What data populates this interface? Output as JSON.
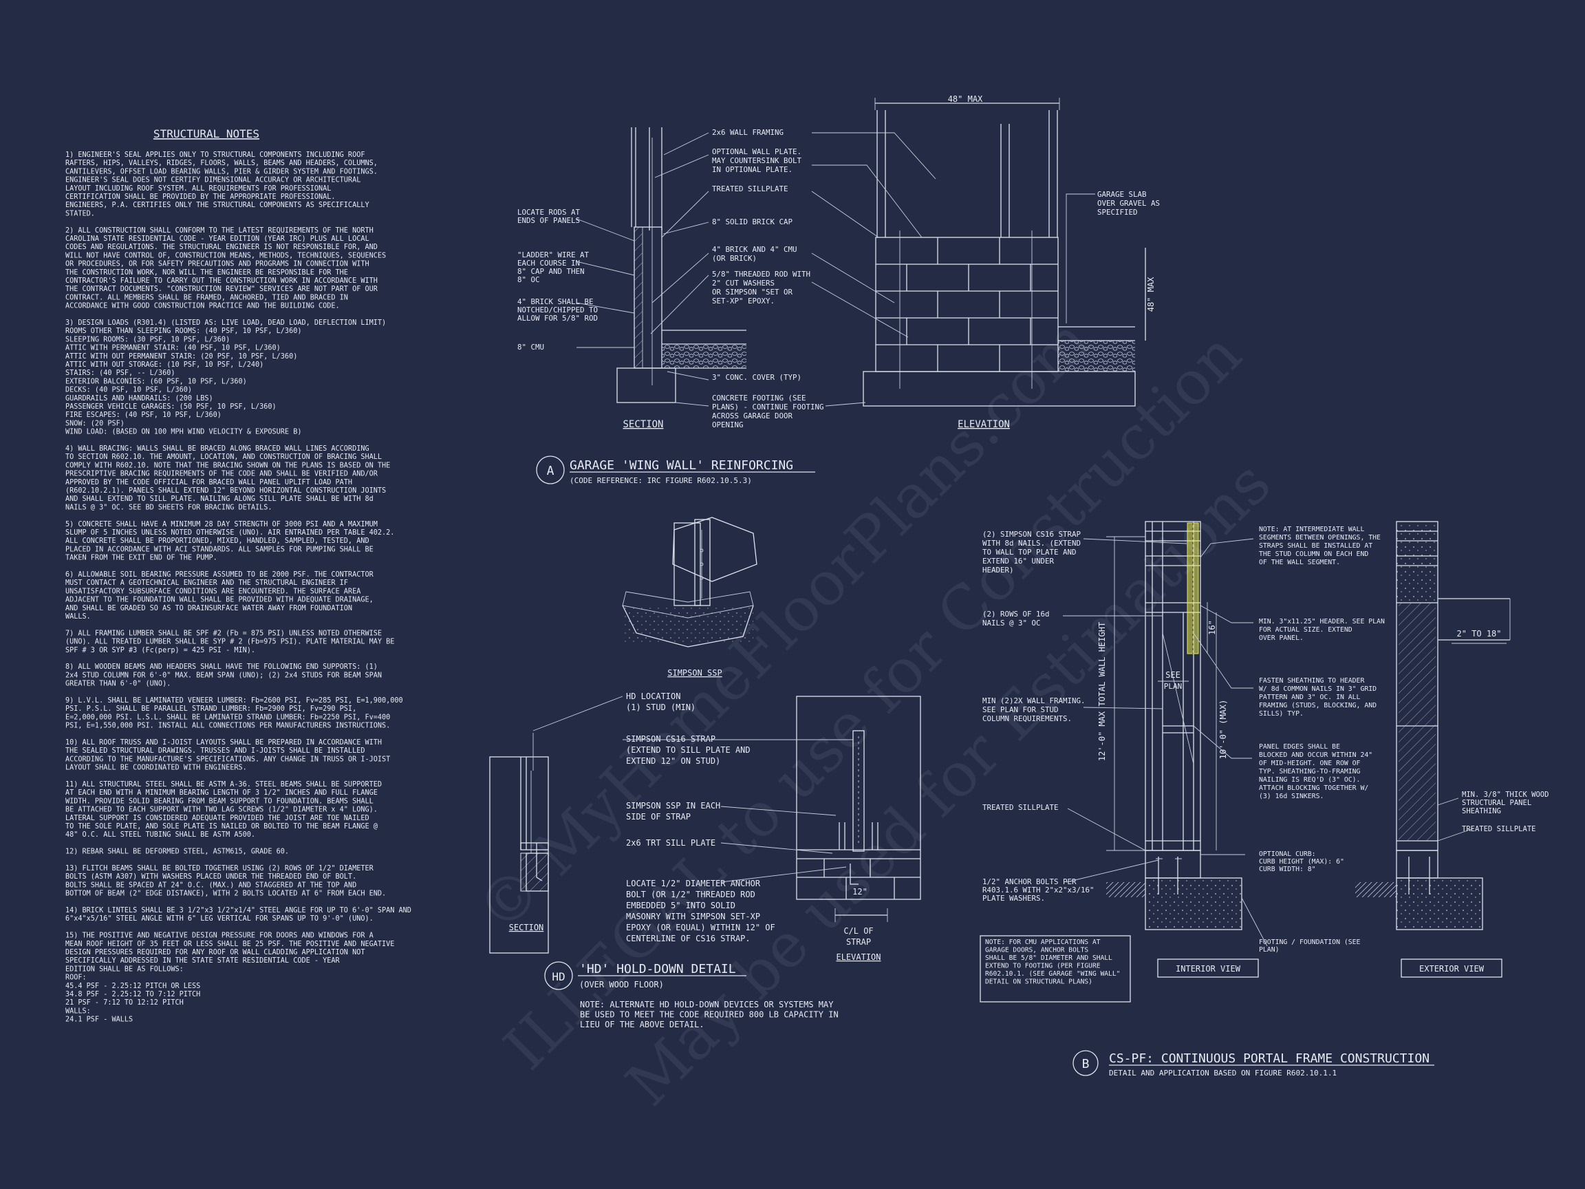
{
  "colors": {
    "background": "#232b45",
    "linework": "#dfe3ee",
    "highlight": "#e8e84a"
  },
  "watermark": {
    "line1": "© MyHomeFloorPlans.com",
    "line2": "ILLEGAL to use for Construction",
    "line3": "May be used for Estimations"
  },
  "notes": {
    "title": "STRUCTURAL NOTES",
    "lines": [
      "1) ENGINEER'S SEAL APPLIES ONLY TO STRUCTURAL COMPONENTS INCLUDING ROOF",
      "RAFTERS, HIPS, VALLEYS, RIDGES, FLOORS, WALLS, BEAMS AND HEADERS, COLUMNS,",
      "CANTILEVERS, OFFSET LOAD BEARING WALLS, PIER & GIRDER SYSTEM AND FOOTINGS.",
      "ENGINEER'S SEAL DOES NOT CERTIFY DIMENSIONAL ACCURACY OR ARCHITECTURAL",
      "LAYOUT INCLUDING ROOF SYSTEM. ALL REQUIREMENTS FOR PROFESSIONAL",
      "CERTIFICATION SHALL BE PROVIDED BY THE APPROPRIATE PROFESSIONAL.",
      "ENGINEERS, P.A. CERTIFIES ONLY THE STRUCTURAL COMPONENTS AS SPECIFICALLY",
      "STATED.",
      "",
      "2) ALL CONSTRUCTION SHALL CONFORM TO THE LATEST REQUIREMENTS OF THE NORTH",
      "CAROLINA STATE RESIDENTIAL CODE - YEAR EDITION (YEAR IRC) PLUS ALL LOCAL",
      "CODES AND REGULATIONS. THE STRUCTURAL ENGINEER IS NOT RESPONSIBLE FOR, AND",
      "WILL NOT HAVE CONTROL OF, CONSTRUCTION MEANS, METHODS, TECHNIQUES, SEQUENCES",
      "OR PROCEDURES, OR FOR SAFETY PRECAUTIONS AND PROGRAMS IN CONNECTION WITH",
      "THE CONSTRUCTION WORK, NOR WILL THE ENGINEER BE RESPONSIBLE FOR THE",
      "CONTRACTOR'S FAILURE TO CARRY OUT THE CONSTRUCTION WORK IN ACCORDANCE WITH",
      "THE CONTRACT DOCUMENTS. \"CONSTRUCTION REVIEW\" SERVICES ARE NOT PART OF OUR",
      "CONTRACT. ALL MEMBERS SHALL BE FRAMED, ANCHORED, TIED AND BRACED IN",
      "ACCORDANCE WITH GOOD CONSTRUCTION PRACTICE AND THE BUILDING CODE.",
      "",
      "3) DESIGN LOADS (R301.4) (LISTED AS: LIVE LOAD, DEAD LOAD, DEFLECTION LIMIT)",
      "ROOMS OTHER THAN SLEEPING ROOMS: (40 PSF, 10 PSF, L/360)",
      "SLEEPING ROOMS: (30 PSF, 10 PSF, L/360)",
      "ATTIC WITH PERMANENT STAIR: (40 PSF, 10 PSF, L/360)",
      "ATTIC WITH OUT PERMANENT STAIR: (20 PSF, 10 PSF, L/360)",
      "ATTIC WITH OUT STORAGE: (10 PSF, 10 PSF, L/240)",
      "STAIRS: (40 PSF, -- L/360)",
      "EXTERIOR BALCONIES: (60 PSF, 10 PSF, L/360)",
      "DECKS: (40 PSF, 10 PSF, L/360)",
      "GUARDRAILS AND HANDRAILS: (200 LBS)",
      "PASSENGER VEHICLE GARAGES: (50 PSF, 10 PSF, L/360)",
      "FIRE ESCAPES: (40 PSF, 10 PSF, L/360)",
      "SNOW: (20    PSF)",
      "WIND LOAD: (BASED ON 100 MPH WIND VELOCITY & EXPOSURE B)",
      "",
      "4) WALL BRACING:  WALLS SHALL BE BRACED ALONG BRACED WALL LINES ACCORDING",
      "TO SECTION R602.10. THE AMOUNT, LOCATION, AND CONSTRUCTION OF BRACING SHALL",
      "COMPLY WITH R602.10. NOTE THAT THE BRACING SHOWN ON THE PLANS IS BASED ON THE",
      "PRESCRIPTIVE BRACING REQUIREMENTS OF THE CODE AND SHALL BE VERIFIED AND/OR",
      "APPROVED BY THE CODE OFFICIAL FOR BRACED WALL PANEL UPLIFT LOAD PATH",
      "(R602.10.2.1). PANELS SHALL EXTEND 12\" BEYOND HORIZONTAL CONSTRUCTION JOINTS",
      "AND SHALL EXTEND TO SILL PLATE. NAILING ALONG SILL PLATE SHALL BE WITH 8d",
      "NAILS @ 3\" OC. SEE BD SHEETS FOR BRACING DETAILS.",
      "",
      "5) CONCRETE SHALL HAVE A MINIMUM 28 DAY STRENGTH OF 3000 PSI AND A MAXIMUM",
      "SLUMP OF 5 INCHES UNLESS NOTED OTHERWISE (UNO). AIR ENTRAINED PER TABLE 402.2.",
      "ALL CONCRETE SHALL BE PROPORTIONED, MIXED, HANDLED, SAMPLED, TESTED, AND",
      "PLACED IN ACCORDANCE WITH ACI STANDARDS. ALL SAMPLES FOR PUMPING SHALL BE",
      "TAKEN FROM THE EXIT END OF THE PUMP.",
      "",
      "6) ALLOWABLE SOIL BEARING PRESSURE ASSUMED TO BE 2000 PSF. THE CONTRACTOR",
      "MUST CONTACT A GEOTECHNICAL ENGINEER AND THE STRUCTURAL ENGINEER IF",
      "UNSATISFACTORY SUBSURFACE CONDITIONS ARE ENCOUNTERED. THE SURFACE AREA",
      "ADJACENT TO THE FOUNDATION WALL SHALL BE PROVIDED WITH ADEQUATE DRAINAGE,",
      "AND SHALL BE GRADED SO AS TO DRAINSURFACE WATER AWAY FROM FOUNDATION",
      "WALLS.",
      "",
      "7) ALL FRAMING LUMBER SHALL BE SPF #2 (Fb = 875 PSI) UNLESS NOTED OTHERWISE",
      "(UNO). ALL TREATED LUMBER SHALL BE SYP # 2 (Fb=975 PSI). PLATE MATERIAL MAY BE",
      "SPF # 3 OR SYP #3 (Fc(perp) = 425 PSI - MIN).",
      "",
      "8) ALL WOODEN BEAMS AND HEADERS SHALL HAVE THE FOLLOWING END SUPPORTS: (1)",
      "2x4 STUD COLUMN FOR 6'-0\" MAX. BEAM SPAN (UNO); (2) 2x4 STUDS FOR BEAM SPAN",
      "GREATER THAN 6'-0\" (UNO).",
      "",
      "9) L.V.L. SHALL BE LAMINATED VENEER LUMBER: Fb=2600 PSI, Fv=285 PSI, E=1,900,000",
      "PSI. P.S.L. SHALL BE PARALLEL STRAND LUMBER: Fb=2900 PSI, Fv=290 PSI,",
      "E=2,000,000 PSI. L.S.L. SHALL BE LAMINATED STRAND LUMBER: Fb=2250 PSI, Fv=400",
      "PSI, E=1,550,000 PSI. INSTALL ALL CONNECTIONS PER MANUFACTURERS INSTRUCTIONS.",
      "",
      "10) ALL ROOF TRUSS AND I-JOIST LAYOUTS SHALL BE PREPARED IN ACCORDANCE WITH",
      "THE SEALED STRUCTURAL DRAWINGS. TRUSSES AND I-JOISTS SHALL BE INSTALLED",
      "ACCORDING TO THE MANUFACTURE'S SPECIFICATIONS. ANY CHANGE IN TRUSS OR I-JOIST",
      "LAYOUT SHALL BE COORDINATED WITH  ENGINEERS.",
      "",
      "11) ALL STRUCTURAL STEEL SHALL BE ASTM A-36. STEEL BEAMS SHALL BE SUPPORTED",
      "AT EACH END WITH A MINIMUM BEARING LENGTH OF 3 1/2\" INCHES AND FULL FLANGE",
      "WIDTH. PROVIDE SOLID BEARING FROM BEAM SUPPORT TO FOUNDATION.  BEAMS SHALL",
      "BE ATTACHED TO EACH SUPPORT WITH TWO LAG SCREWS (1/2\" DIAMETER x 4\" LONG).",
      "LATERAL SUPPORT IS CONSIDERED ADEQUATE PROVIDED THE JOIST ARE TOE NAILED",
      "TO THE SOLE PLATE, AND SOLE PLATE IS NAILED OR BOLTED TO THE BEAM FLANGE @",
      "48\" O.C. ALL STEEL TUBING SHALL BE ASTM A500.",
      "",
      "12) REBAR SHALL BE DEFORMED STEEL, ASTM615, GRADE 60.",
      "",
      "13) FLITCH BEAMS SHALL BE BOLTED TOGETHER USING (2) ROWS OF 1/2\" DIAMETER",
      "BOLTS (ASTM A307) WITH WASHERS PLACED UNDER THE THREADED END OF BOLT.",
      "BOLTS SHALL BE SPACED AT 24\" O.C. (MAX.) AND STAGGERED AT THE TOP AND",
      "BOTTOM OF BEAM (2\" EDGE DISTANCE), WITH 2 BOLTS LOCATED AT 6\" FROM EACH END.",
      "",
      "14) BRICK LINTELS SHALL BE 3 1/2\"x3 1/2\"x1/4\" STEEL ANGLE FOR UP TO 6'-0\" SPAN AND",
      "6\"x4\"x5/16\" STEEL ANGLE WITH 6\" LEG VERTICAL FOR SPANS UP TO 9'-0\" (UNO).",
      "",
      "15) THE POSITIVE AND NEGATIVE DESIGN PRESSURE FOR DOORS AND WINDOWS FOR A",
      "MEAN ROOF HEIGHT OF 35 FEET OR LESS SHALL BE 25 PSF. THE POSITIVE AND NEGATIVE",
      "DESIGN PRESSURES REQUIRED FOR ANY ROOF OR WALL CLADDING APPLICATION NOT",
      "SPECIFICALLY ADDRESSED IN THE STATE STATE RESIDENTIAL CODE - YEAR",
      "EDITION SHALL BE AS FOLLOWS:",
      "ROOF:",
      "45.4 PSF - 2.25:12 PITCH OR LESS",
      "34.8 PSF - 2.25:12 TO 7:12 PITCH",
      "21 PSF - 7:12 TO 12:12 PITCH",
      "WALLS:",
      "24.1 PSF - WALLS"
    ]
  },
  "detail_a": {
    "tag": "A",
    "title": "GARAGE 'WING WALL' REINFORCING",
    "subtitle": "(CODE REFERENCE: IRC FIGURE R602.10.5.3)",
    "section_label": "SECTION",
    "elevation_label": "ELEVATION",
    "dim_top": "48\" MAX",
    "dim_side": "48\" MAX",
    "callouts_left": [
      "LOCATE RODS AT",
      "ENDS OF PANELS",
      "\"LADDER\" WIRE AT",
      "EACH COURSE IN",
      "8\" CAP AND THEN",
      "8\" OC",
      "4\" BRICK SHALL BE",
      "NOTCHED/CHIPPED TO",
      "ALLOW FOR 5/8\" ROD",
      "8\" CMU"
    ],
    "callouts_mid": [
      "2x6 WALL FRAMING",
      "OPTIONAL WALL PLATE.",
      "MAY COUNTERSINK BOLT",
      "IN OPTIONAL PLATE.",
      "TREATED SILLPLATE",
      "8\" SOLID BRICK CAP",
      "4\" BRICK AND 4\" CMU",
      "(OR BRICK)",
      "5/8\" THREADED ROD WITH",
      "2\" CUT WASHERS",
      "OR SIMPSON \"SET OR",
      "SET-XP\" EPOXY.",
      "3\" CONC. COVER (TYP)",
      "CONCRETE FOOTING (SEE",
      "PLANS) - CONTINUE FOOTING",
      "ACROSS GARAGE DOOR",
      "OPENING"
    ],
    "callouts_right": [
      "GARAGE SLAB",
      "OVER GRAVEL AS",
      "SPECIFIED"
    ]
  },
  "simpson": {
    "label": "SIMPSON SSP"
  },
  "detail_hd": {
    "tag": "HD",
    "title": "'HD' HOLD-DOWN DETAIL",
    "subtitle": "(OVER WOOD FLOOR)",
    "section_label": "SECTION",
    "elevation_label": "ELEVATION",
    "dim": "12\"",
    "dim_note": [
      "C/L OF",
      "STRAP"
    ],
    "callouts": [
      "HD LOCATION",
      "(1) STUD (MIN)",
      "SIMPSON CS16 STRAP",
      "(EXTEND TO SILL PLATE AND",
      "EXTEND 12\" ON STUD)",
      "SIMPSON SSP IN EACH",
      "SIDE OF STRAP",
      "2x6 TRT SILL PLATE",
      "LOCATE 1/2\" DIAMETER ANCHOR",
      "BOLT (OR 1/2\" THREADED ROD",
      "EMBEDDED 5\" INTO SOLID",
      "MASONRY WITH SIMPSON SET-XP",
      "EPOXY (OR EQUAL) WITHIN 12\" OF",
      "CENTERLINE OF CS16 STRAP."
    ],
    "note": [
      "NOTE: ALTERNATE HD HOLD-DOWN DEVICES OR SYSTEMS MAY",
      "BE USED TO MEET THE CODE REQUIRED 800 LB CAPACITY IN",
      "LIEU OF THE ABOVE DETAIL."
    ]
  },
  "detail_b": {
    "tag": "B",
    "title": "CS-PF: CONTINUOUS PORTAL FRAME CONSTRUCTION",
    "subtitle": "DETAIL AND APPLICATION BASED ON  FIGURE R602.10.1.1",
    "interior_label": "INTERIOR VIEW",
    "exterior_label": "EXTERIOR VIEW",
    "dim_total": "12'-0\" MAX TOTAL WALL HEIGHT",
    "dim_wall": "10'-0\" (MAX)",
    "dim_16": "16\"",
    "dim_2to18": "2\" TO 18\"",
    "see_plan": [
      "SEE",
      "PLAN"
    ],
    "callouts_left": [
      "(2) SIMPSON CS16 STRAP",
      "WITH 8d NAILS. (EXTEND",
      "TO WALL TOP PLATE AND",
      "EXTEND 16\" UNDER",
      "HEADER)",
      "(2) ROWS OF 16d",
      "NAILS @ 3\" OC",
      "MIN (2)2X WALL FRAMING.",
      "SEE PLAN FOR STUD",
      "COLUMN REQUIREMENTS.",
      "TREATED SILLPLATE",
      "1/2\" ANCHOR BOLTS PER",
      "R403.1.6 WITH 2\"x2\"x3/16\"",
      "PLATE WASHERS."
    ],
    "callouts_mid": [
      "NOTE: AT INTERMEDIATE WALL",
      "SEGMENTS BETWEEN OPENINGS, THE",
      "STRAPS SHALL BE INSTALLED AT",
      "THE STUD COLUMN ON EACH END",
      "OF THE WALL SEGMENT.",
      "MIN. 3\"x11.25\" HEADER. SEE PLAN",
      "FOR ACTUAL SIZE. EXTEND",
      "OVER PANEL.",
      "FASTEN SHEATHING TO HEADER",
      "W/ 8d COMMON NAILS IN 3\" GRID",
      "PATTERN AND 3\" OC. IN ALL",
      "FRAMING (STUDS, BLOCKING, AND",
      "SILLS) TYP.",
      "PANEL EDGES SHALL BE",
      "BLOCKED AND OCCUR WITHIN 24\"",
      "OF MID-HEIGHT. ONE ROW OF",
      "TYP. SHEATHING-TO-FRAMING",
      "NAILING IS REQ'D (3\" OC).",
      "ATTACH BLOCKING TOGETHER W/",
      "(3) 16d SINKERS.",
      "OPTIONAL CURB:",
      "CURB HEIGHT (MAX): 6\"",
      "CURB WIDTH: 8\"",
      "FOOTING / FOUNDATION (SEE",
      "PLAN)"
    ],
    "callouts_right": [
      "MIN. 3/8\" THICK WOOD",
      "STRUCTURAL PANEL",
      "SHEATHING",
      "TREATED SILLPLATE"
    ],
    "note_box": [
      "NOTE: FOR CMU APPLICATIONS AT",
      "GARAGE DOORS, ANCHOR BOLTS",
      "SHALL BE 5/8\" DIAMETER AND SHALL",
      "EXTEND TO FOOTING (PER  FIGURE",
      "R602.10.1. (SEE GARAGE \"WING WALL\"",
      "DETAIL ON STRUCTURAL PLANS)"
    ]
  }
}
